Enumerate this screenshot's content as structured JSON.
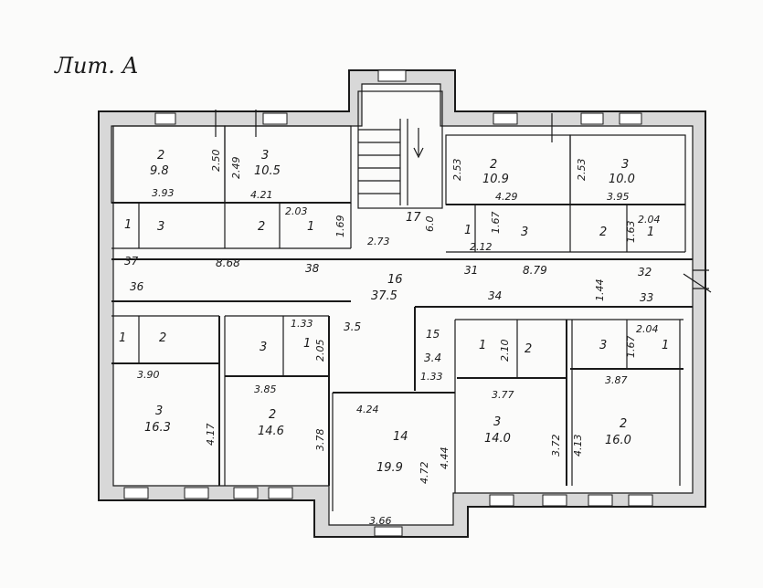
{
  "title": "Лит. А",
  "labels": {
    "r2a_num": "2",
    "r2a_area": "9.8",
    "r3a_num": "3",
    "r3a_area": "10.5",
    "r2b_num": "2",
    "r2b_area": "10.9",
    "r3b_num": "3",
    "r3b_area": "10.0",
    "d250": "2.50",
    "d249": "2.49",
    "d393": "3.93",
    "d421": "4.21",
    "d253a": "2.53",
    "d253b": "2.53",
    "d429": "4.29",
    "d395": "3.95",
    "l1a": "1",
    "l3a": "3",
    "l2c": "2",
    "l1c": "1",
    "d203": "2.03",
    "d169": "1.69",
    "r17": "17",
    "d6": "6.0",
    "l1d": "1",
    "d167a": "1.67",
    "l3d": "3",
    "d212": "2.12",
    "l2e": "2",
    "l1e": "1",
    "d204a": "2.04",
    "d163": "1.63",
    "d273": "2.73",
    "n37": "37",
    "d868": "8.68",
    "n38": "38",
    "n31": "31",
    "d879": "8.79",
    "n32": "32",
    "r16": "16",
    "r16_area": "37.5",
    "n36": "36",
    "n34": "34",
    "d144": "1.44",
    "n33": "33",
    "l1f": "1",
    "l2f": "2",
    "d133a": "1.33",
    "l3g": "3",
    "l1g": "1",
    "d205": "2.05",
    "n35": "3.5",
    "r15": "15",
    "r15_area": "3.4",
    "d133b": "1.33",
    "l1h": "1",
    "d210": "2.10",
    "l2h": "2",
    "d204b": "2.04",
    "l3i": "3",
    "d167b": "1.67",
    "l1i": "1",
    "d390": "3.90",
    "d385": "3.85",
    "d424": "4.24",
    "d377": "3.77",
    "d387": "3.87",
    "r3c_num": "3",
    "r3c_area": "16.3",
    "d417": "4.17",
    "r2c_num": "2",
    "r2c_area": "14.6",
    "d378": "3.78",
    "r14": "14",
    "r14_area": "19.9",
    "d472": "4.72",
    "d444": "4.44",
    "r3d_num": "3",
    "r3d_area": "14.0",
    "d372": "3.72",
    "d413": "4.13",
    "r2d_num": "2",
    "r2d_area": "16.0",
    "d366": "3.66"
  }
}
